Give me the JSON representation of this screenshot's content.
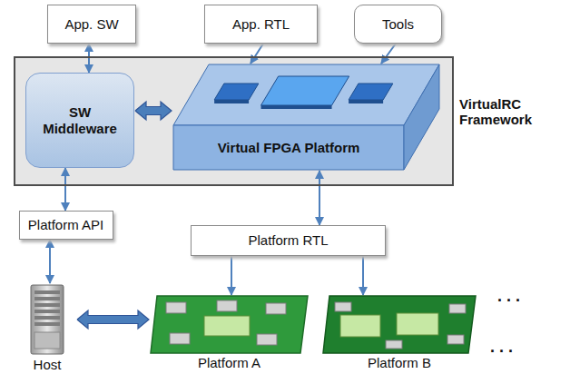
{
  "diagram": {
    "nodes": [
      {
        "text": [
          "App. SW"
        ]
      },
      {
        "text": [
          "App. RTL"
        ]
      },
      {
        "text": [
          "Tools"
        ]
      },
      {
        "text": [
          "VirtualRC Framework"
        ]
      },
      {
        "text": [
          "SW Middleware"
        ],
        "in": 3
      },
      {
        "text": [
          "Virtual FPGA Platform"
        ],
        "in": 3
      },
      {
        "text": [
          "Platform API"
        ]
      },
      {
        "text": [
          "Platform RTL"
        ]
      },
      {
        "text": [
          "Host"
        ]
      },
      {
        "text": [
          "Platform A"
        ]
      },
      {
        "text": [
          "Platform B"
        ]
      }
    ],
    "edges": [
      {
        "from": 0,
        "to": 4,
        "arrow": "both"
      },
      {
        "from": 1,
        "to": 5,
        "arrow": "to"
      },
      {
        "from": 2,
        "to": 5,
        "arrow": "to"
      },
      {
        "from": 4,
        "to": 5,
        "arrow": "both"
      },
      {
        "from": 4,
        "to": 6,
        "arrow": "both"
      },
      {
        "from": 6,
        "to": 8,
        "arrow": "both"
      },
      {
        "from": 5,
        "to": 7,
        "arrow": "both"
      },
      {
        "from": 7,
        "to": 9,
        "arrow": "to"
      },
      {
        "from": 7,
        "to": 10,
        "arrow": "to"
      },
      {
        "from": 8,
        "to": 9,
        "arrow": "both"
      }
    ],
    "labels": [
      ". . .",
      ". . ."
    ]
  }
}
